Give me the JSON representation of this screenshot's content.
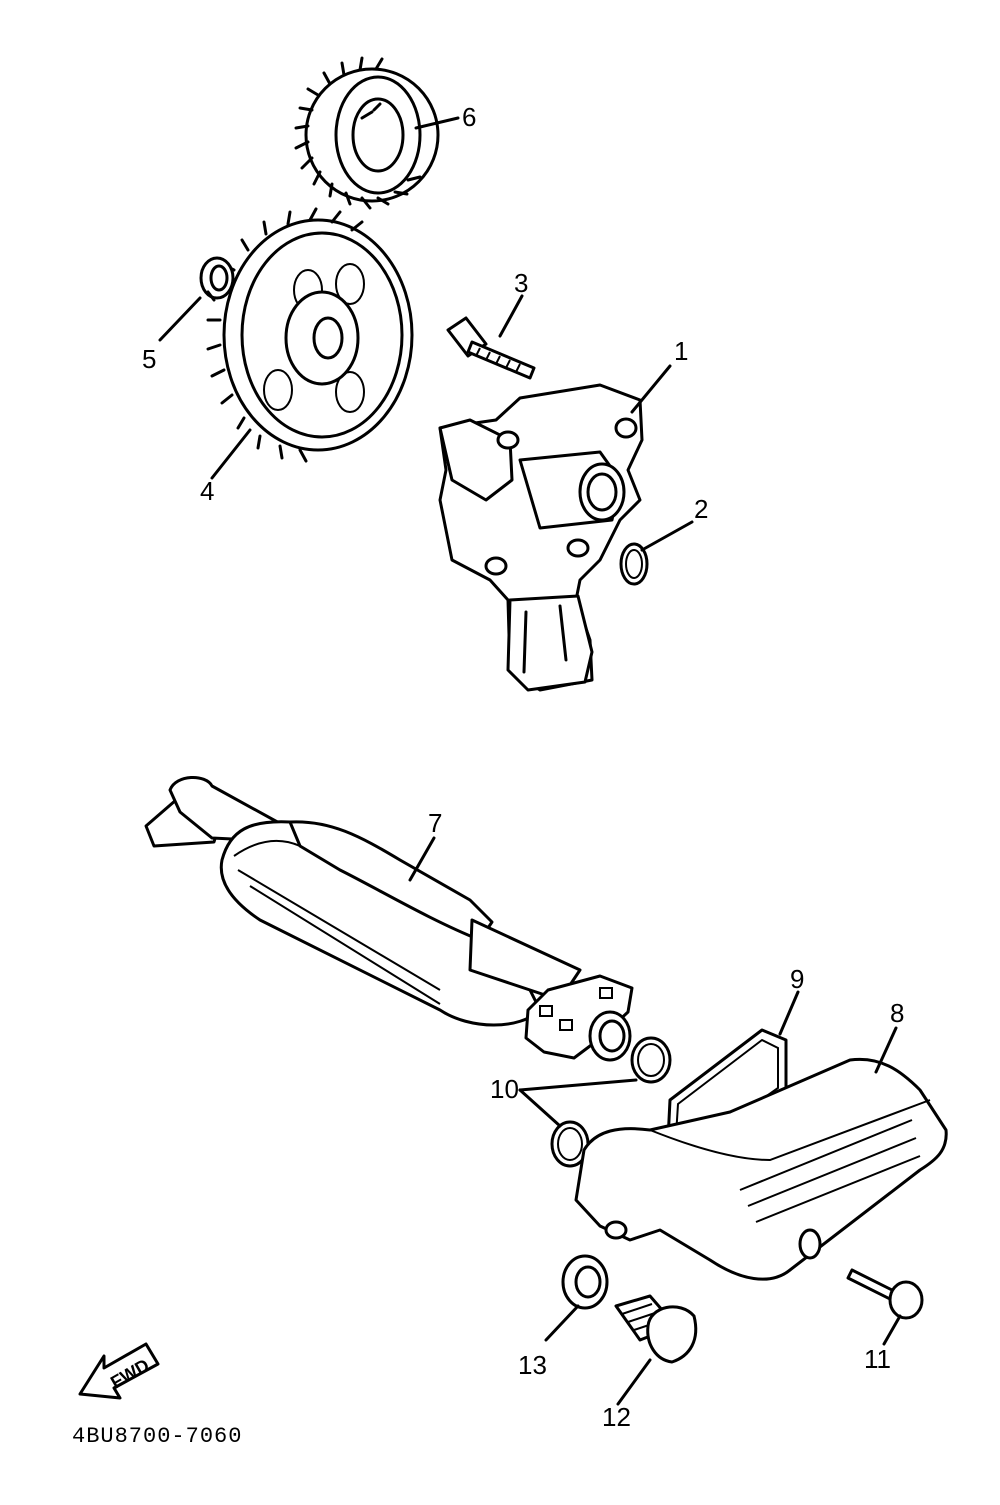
{
  "diagram": {
    "code": "4BU8700-7060",
    "fwd": "FWD",
    "callouts": [
      "1",
      "2",
      "3",
      "4",
      "5",
      "6",
      "7",
      "8",
      "9",
      "10",
      "11",
      "12",
      "13"
    ]
  }
}
